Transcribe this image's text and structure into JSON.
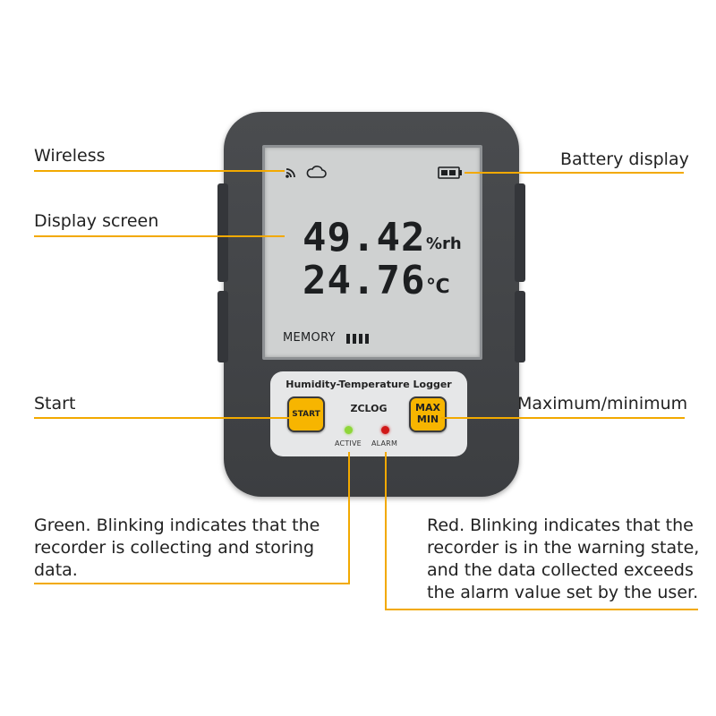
{
  "callouts": {
    "wireless": "Wireless",
    "display_screen": "Display screen",
    "battery_display": "Battery display",
    "start": "Start",
    "max_min": "Maximum/minimum",
    "green_note": [
      "Green. Blinking indicates that the",
      "recorder is collecting and storing",
      "data."
    ],
    "red_note": [
      "Red. Blinking indicates that the",
      "recorder is in the warning state,",
      "and the data collected exceeds",
      "the alarm value set by the user."
    ]
  },
  "device": {
    "humidity": "49.42",
    "humidity_unit": "%rh",
    "temperature": "24.76",
    "temperature_unit": "℃",
    "memory_label": "MEMORY",
    "memory_bars": 4,
    "panel_title": "Humidity-Temperature Logger",
    "brand": "ZCLOG",
    "start_button": "START",
    "max_label": "MAX",
    "min_label": "MIN",
    "active_label": "ACTIVE",
    "alarm_label": "ALARM"
  },
  "colors": {
    "callout_line": "#f2a900",
    "button": "#f7b500",
    "led_green": "#8fd63a",
    "led_red": "#d01818",
    "device_body": "#43454a",
    "lcd": "#cfd1d1"
  },
  "icons": [
    "wireless-icon",
    "cloud-icon",
    "battery-icon"
  ]
}
